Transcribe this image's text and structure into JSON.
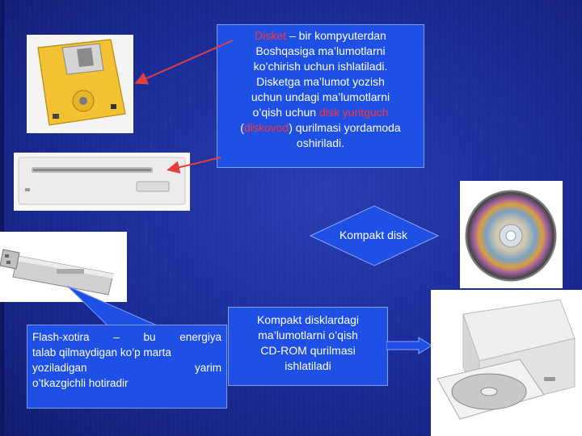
{
  "colors": {
    "background": "#1a2a95",
    "card": "#1e50e6",
    "highlight": "#ff3333",
    "arrow": "#e04040",
    "outline_blue": "#5a8bff"
  },
  "disket": {
    "term": "Disket",
    "line1_rest": " – bir kompyuterdan",
    "line2": "Boshqasiga ma’lumotlarni",
    "line3": "ko’chirish uchun ishlatiladi.",
    "line4": "Disketga ma’lumot yozish",
    "line5": "uchun undagi ma’lumotlarni",
    "line6_pre": "o’qish uchun ",
    "line6_red": "disk yuritguch",
    "line7_open": "(",
    "line7_red": "diskovod",
    "line7_rest": ") qurilmasi yordamoda",
    "line8": "oshiriladi."
  },
  "kompakt": {
    "label": "Kompakt disk"
  },
  "flash": {
    "line1_words": [
      "Flash-xotira",
      "–",
      "bu",
      "energiya"
    ],
    "line2": "talab qilmaydigan ko’p marta",
    "line3_words": [
      "yoziladigan",
      "yarim"
    ],
    "line4": "o’tkazgichli hotiradir"
  },
  "cdrom": {
    "line1": "Kompakt disklardagi",
    "line2": "ma’lumotlarni o’qish",
    "line3": "CD-ROM qurilmasi",
    "line4": "ishlatiladi"
  },
  "images": {
    "floppy": "floppy-disk-icon",
    "drive": "floppy-drive-icon",
    "usb": "usb-flash-drive-icon",
    "cd": "compact-disc-icon",
    "cdrom": "cd-rom-drive-icon"
  }
}
